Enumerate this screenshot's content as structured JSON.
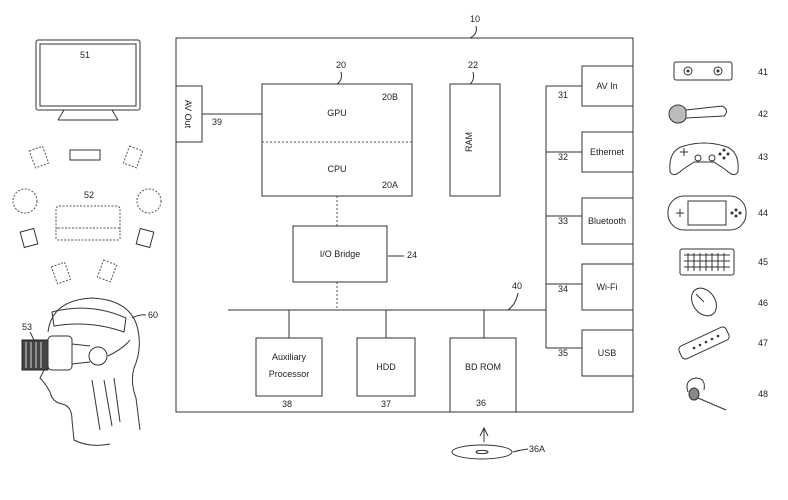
{
  "system": {
    "ref": "10",
    "av_out": {
      "label": "AV Out",
      "ref": "39"
    },
    "gpu": {
      "label": "GPU",
      "ref": "20B"
    },
    "cpu": {
      "label": "CPU",
      "ref": "20A"
    },
    "apu_ref": "20",
    "ram": {
      "label": "RAM",
      "ref": "22"
    },
    "io_bridge": {
      "label": "I/O Bridge",
      "ref": "24"
    },
    "bus_ref": "40",
    "aux": {
      "label_line1": "Auxiliary",
      "label_line2": "Processor",
      "ref": "38"
    },
    "hdd": {
      "label": "HDD",
      "ref": "37"
    },
    "bdrom": {
      "label": "BD ROM",
      "ref": "36"
    },
    "disc_ref": "36A",
    "ports": [
      {
        "label": "AV In",
        "ref": "31"
      },
      {
        "label": "Ethernet",
        "ref": "32"
      },
      {
        "label": "Bluetooth",
        "ref": "33"
      },
      {
        "label": "Wi-Fi",
        "ref": "34"
      },
      {
        "label": "USB",
        "ref": "35"
      }
    ]
  },
  "left_devices": {
    "tv_ref": "51",
    "speakers_ref": "52",
    "hmd_ref": "60",
    "hmd_display_ref": "53"
  },
  "right_devices": [
    {
      "ref": "41",
      "icon": "camera-icon"
    },
    {
      "ref": "42",
      "icon": "motion-controller-icon"
    },
    {
      "ref": "43",
      "icon": "gamepad-icon"
    },
    {
      "ref": "44",
      "icon": "handheld-console-icon"
    },
    {
      "ref": "45",
      "icon": "keyboard-icon"
    },
    {
      "ref": "46",
      "icon": "mouse-icon"
    },
    {
      "ref": "47",
      "icon": "remote-control-icon"
    },
    {
      "ref": "48",
      "icon": "headset-icon"
    }
  ]
}
